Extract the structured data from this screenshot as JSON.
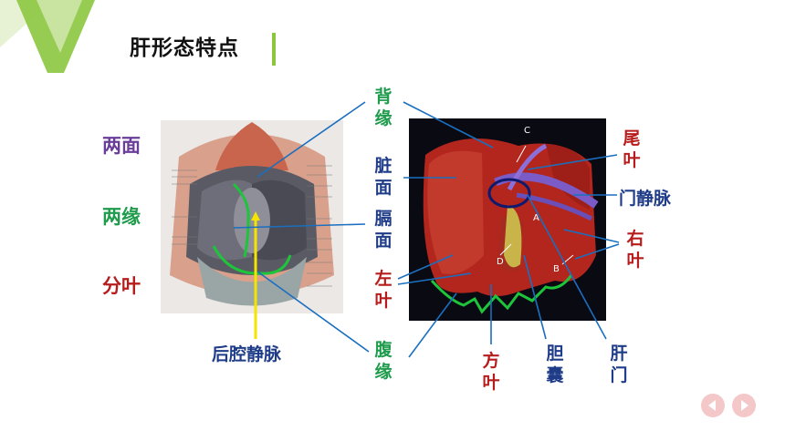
{
  "slide": {
    "title": "肝形态特点"
  },
  "left_terms": [
    {
      "text": "两面",
      "color": "#6a3d9a"
    },
    {
      "text": "两缘",
      "color": "#1e9b4b"
    },
    {
      "text": "分叶",
      "color": "#b71c1c"
    }
  ],
  "labels": {
    "back_edge": [
      "背",
      "缘"
    ],
    "visceral_face": [
      "脏",
      "面"
    ],
    "diaphragm_face": [
      "膈",
      "面"
    ],
    "left_lobe": [
      "左",
      "叶"
    ],
    "belly_edge": [
      "腹",
      "缘"
    ],
    "quadrate_lobe": [
      "方",
      "叶"
    ],
    "gallbladder": [
      "胆",
      "囊"
    ],
    "porta": [
      "肝",
      "门"
    ],
    "caudate_lobe": [
      "尾",
      "叶"
    ],
    "right_lobe": [
      "右",
      "叶"
    ],
    "portal_vein": "门静脉",
    "posterior_vena_cava": "后腔静脉"
  },
  "photo_letters": [
    "C",
    "A",
    "D",
    "B"
  ],
  "colors": {
    "accent_green": "#8cc63f",
    "edge_green": "#1e9b4b",
    "purple": "#6a3d9a",
    "red": "#b71c1c",
    "navy": "#1f3c88",
    "leader_blue": "#1a6fbf",
    "liver_red": "#b3261e",
    "vein_purple": "#7b5cc7",
    "vena_yellow": "#f5e400"
  },
  "icons": [
    "triangle-corner-decoration",
    "prev-arrow-icon",
    "next-arrow-icon"
  ]
}
